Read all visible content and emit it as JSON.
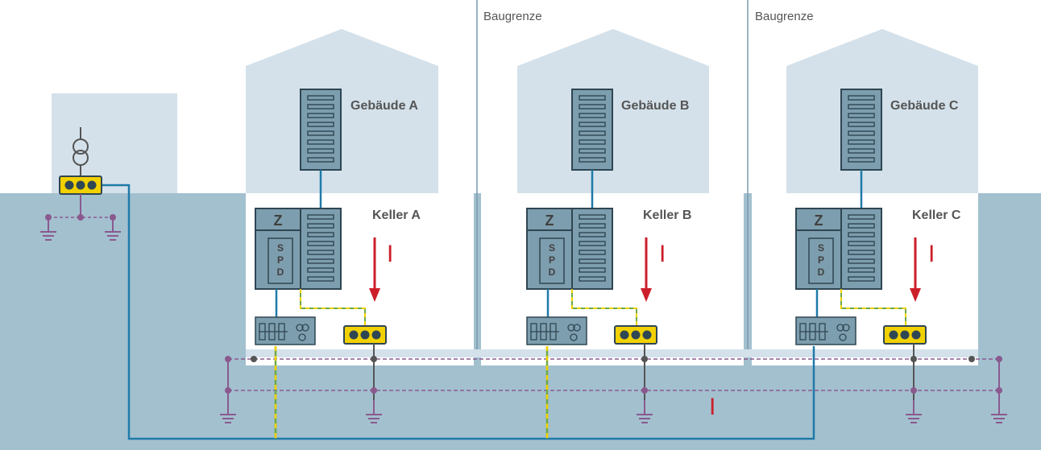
{
  "labels": {
    "boundary_1": "Baugrenze",
    "boundary_2": "Baugrenze",
    "building_a": "Gebäude A",
    "building_b": "Gebäude B",
    "building_c": "Gebäude C",
    "basement_a": "Keller A",
    "basement_b": "Keller B",
    "basement_c": "Keller C",
    "meter_a": "Z",
    "meter_b": "Z",
    "meter_c": "Z",
    "spd_a": "S P D",
    "spd_b": "S P D",
    "spd_c": "S P D",
    "current_a": "I",
    "current_b": "I",
    "current_c": "I",
    "current_ground": "I"
  },
  "colors": {
    "ground": "#a3c0cf",
    "building": "#d4e1ea",
    "basement": "#ffffff",
    "cabinet": "#7d9eae",
    "cabinet_border": "#2f4653",
    "cable": "#1f7aa8",
    "earth": "#8a5a8f",
    "pen": "#555555",
    "busbar": "#f2d100",
    "current_arrow": "#cc1f2a",
    "pe_green": "#6ea84a",
    "pe_yellow": "#f2d100"
  },
  "icons": [
    "transformer-icon",
    "earth-symbol-icon",
    "fuse-icon",
    "equipotential-busbar-icon",
    "current-arrow-icon"
  ]
}
